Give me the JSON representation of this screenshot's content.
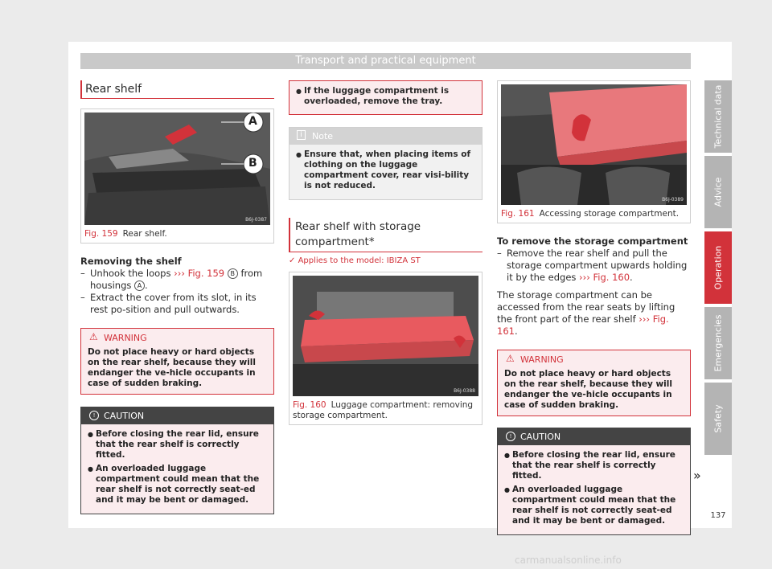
{
  "header": "Transport and practical equipment",
  "col1": {
    "title": "Rear shelf",
    "fig159": {
      "num": "Fig. 159",
      "caption": "Rear shelf.",
      "code": "B6J-0387",
      "labelA": "A",
      "labelB": "B"
    },
    "removing_title": "Removing the shelf",
    "step1_pre": "Unhook the loops",
    "step1_ref": "››› Fig. 159",
    "step1_letter": "B",
    "step1_mid": "from housings",
    "step1_letter2": "A",
    "step2": "Extract the cover from its slot, in its rest po-sition and pull outwards.",
    "warning_label": "WARNING",
    "warning_text": "Do not place heavy or hard objects on the rear shelf, because they will endanger the ve-hicle occupants in case of sudden braking.",
    "caution_label": "CAUTION",
    "caution_items": [
      "Before closing the rear lid, ensure that the rear shelf is correctly fitted.",
      "An overloaded luggage compartment could mean that the rear shelf is not correctly seat-ed and it may be bent or damaged."
    ]
  },
  "col2": {
    "tray_text": "If the luggage compartment is overloaded, remove the tray.",
    "note_label": "Note",
    "note_text": "Ensure that, when placing items of clothing on the luggage compartment cover, rear visi-bility is not reduced.",
    "section_title": "Rear shelf with storage compartment*",
    "applies": "Applies to the model: IBIZA ST",
    "fig160": {
      "num": "Fig. 160",
      "caption": "Luggage compartment: removing storage compartment.",
      "code": "B6J-0388"
    }
  },
  "col3": {
    "fig161": {
      "num": "Fig. 161",
      "caption": "Accessing storage compartment.",
      "code": "B6J-0389"
    },
    "remove_title": "To remove the storage compartment",
    "step1_pre": "Remove the rear shelf and pull the storage compartment upwards holding it by the edges",
    "step1_ref": "››› Fig. 160",
    "para_pre": "The storage compartment can be accessed from the rear seats by lifting the front part of the rear shelf",
    "para_ref": "››› Fig. 161",
    "warning_label": "WARNING",
    "warning_text": "Do not place heavy or hard objects on the rear shelf, because they will endanger the ve-hicle occupants in case of sudden braking.",
    "caution_label": "CAUTION",
    "caution_items": [
      "Before closing the rear lid, ensure that the rear shelf is correctly fitted.",
      "An overloaded luggage compartment could mean that the rear shelf is not correctly seat-ed and it may be bent or damaged."
    ],
    "continue": "»"
  },
  "tabs": [
    "Technical data",
    "Advice",
    "Operation",
    "Emergencies",
    "Safety"
  ],
  "active_tab": "Operation",
  "page_number": "137",
  "watermark": "carmanualsonline.info",
  "colors": {
    "accent": "#d2323a",
    "tab": "#b4b4b4"
  }
}
